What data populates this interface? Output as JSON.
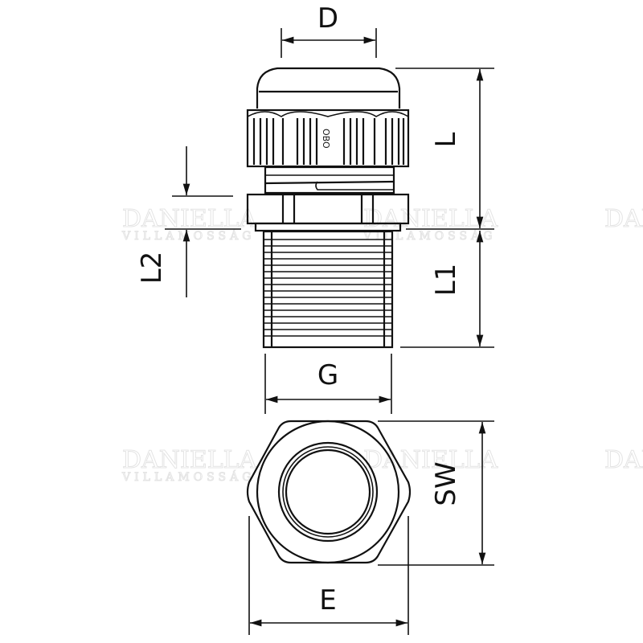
{
  "drawing": {
    "subject": "",
    "labels": {
      "D": "D",
      "L": "L",
      "L1": "L1",
      "L2": "L2",
      "G": "G",
      "SW": "SW",
      "E": "E"
    },
    "cap_marking": "OBO"
  },
  "watermark": {
    "line1": "DANIELLA",
    "line2": "VILLAMOSSÁG"
  },
  "colors": {
    "line": "#111111",
    "background": "#ffffff",
    "watermark": "#e4e4e4"
  }
}
